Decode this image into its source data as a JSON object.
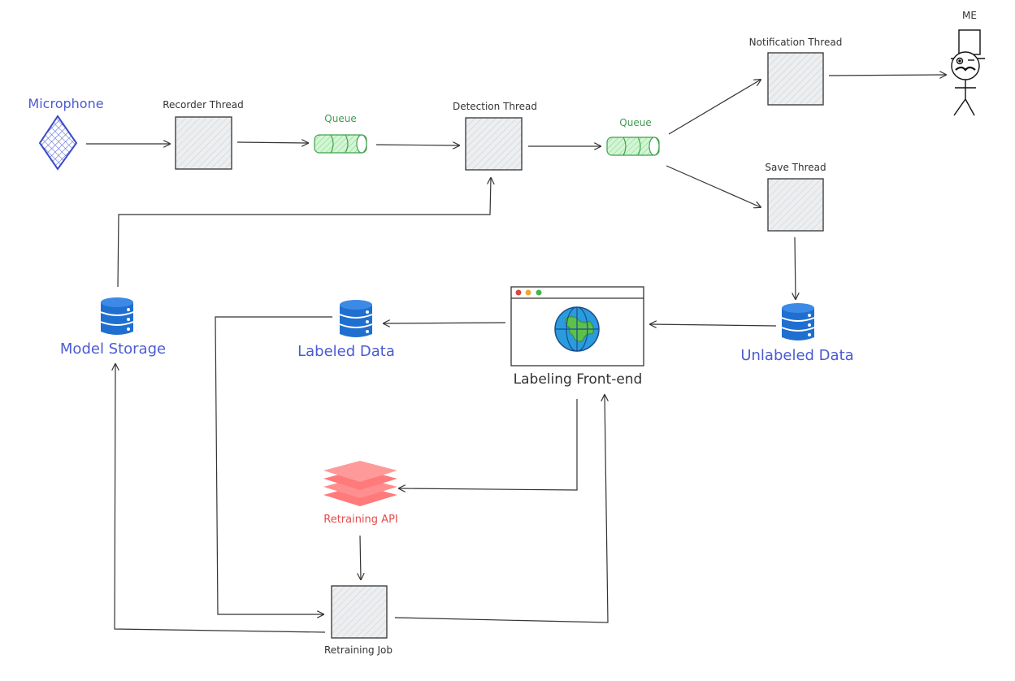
{
  "colors": {
    "blue_text": "#4a5bd4",
    "green_text": "#3f9a4f",
    "red_text": "#e24c4c",
    "dark_text": "#333333",
    "stroke": "#333333",
    "db_blue": "#1f6fd1",
    "queue_fill": "#c8f0c8",
    "queue_stroke": "#3ea24e",
    "box_fill": "#e9ecef",
    "layers_fill": "#ff8787"
  },
  "icons": {
    "microphone": "diamond-grid-icon",
    "queue": "cylinder-icon",
    "database": "database-icon",
    "browser": "browser-globe-icon",
    "layers": "layers-icon",
    "person": "stick-figure-icon"
  },
  "labels": {
    "me": "ME",
    "microphone": "Microphone",
    "recorder_thread": "Recorder Thread",
    "queue_1": "Queue",
    "detection_thread": "Detection Thread",
    "queue_2": "Queue",
    "notification_thread": "Notification Thread",
    "save_thread": "Save Thread",
    "model_storage": "Model Storage",
    "labeled_data": "Labeled Data",
    "labeling_frontend": "Labeling Front-end",
    "unlabeled_data": "Unlabeled Data",
    "retraining_api": "Retraining API",
    "retraining_job": "Retraining Job"
  }
}
